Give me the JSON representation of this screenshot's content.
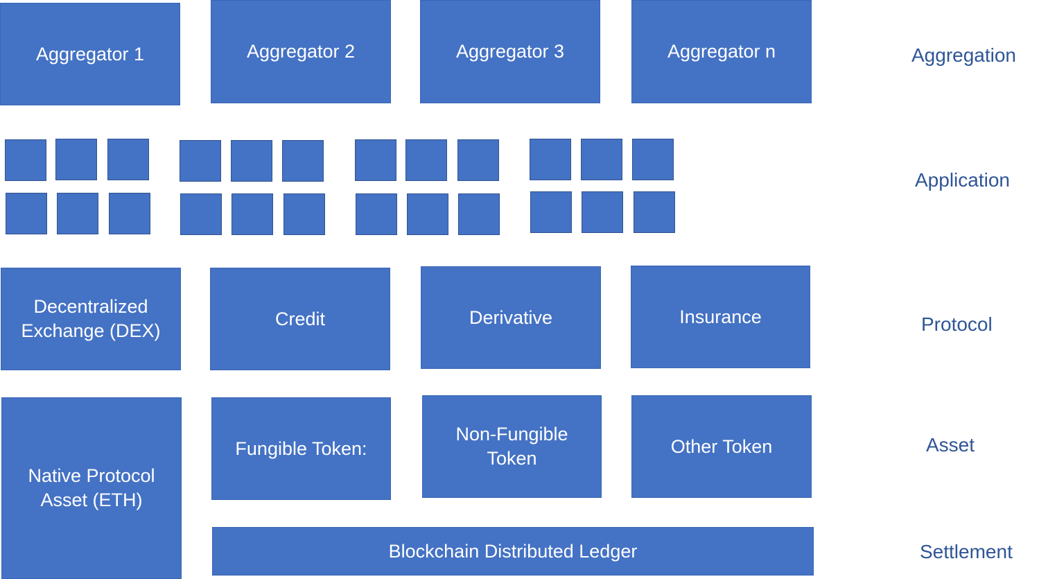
{
  "layers": {
    "aggregation": "Aggregation",
    "application": "Application",
    "protocol": "Protocol",
    "asset": "Asset",
    "settlement": "Settlement"
  },
  "aggregators": [
    "Aggregator 1",
    "Aggregator 2",
    "Aggregator 3",
    "Aggregator n"
  ],
  "protocols": [
    "Decentralized\nExchange (DEX)",
    "Credit",
    "Derivative",
    "Insurance"
  ],
  "assets": {
    "native": "Native Protocol\nAsset (ETH)",
    "fungible": "Fungible Token:",
    "non_fungible": "Non-Fungible\nToken",
    "other": "Other Token"
  },
  "settlement": {
    "ledger": "Blockchain Distributed Ledger"
  },
  "colors": {
    "box_fill": "#4472C4",
    "cell_border": "#2F528F",
    "label_text": "#2F5597",
    "box_text": "#FFFFFF"
  }
}
